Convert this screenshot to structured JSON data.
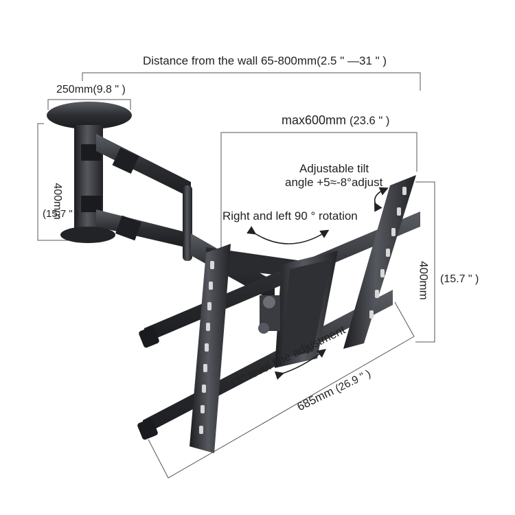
{
  "figure": {
    "background": "#ffffff",
    "metal_color": "#2b2d31",
    "metal_highlight": "#5a5d63",
    "dimension_line_color": "#555555"
  },
  "labels": {
    "wall_distance": "Distance from the wall 65-800mm",
    "wall_distance_in": "(2.5 \" —31 \" )",
    "wall_plate_width": "250mm",
    "wall_plate_width_in": "(9.8 \" )",
    "wall_plate_height": "400mm",
    "wall_plate_height_in": "(15.7 \" )",
    "max_width": "max600mm",
    "max_width_in": "(23.6 \" )",
    "tilt_line1": "Adjustable tilt",
    "tilt_line2": "angle +5≈-8°adjust",
    "rotation": "Right and left 90 ° rotation",
    "vesa_height": "400mm",
    "vesa_height_in": "(15.7 \" )",
    "level_adjust": "±3° level fine adjustment",
    "rail_width": "685mm",
    "rail_width_in": "(26.9 \" )"
  }
}
